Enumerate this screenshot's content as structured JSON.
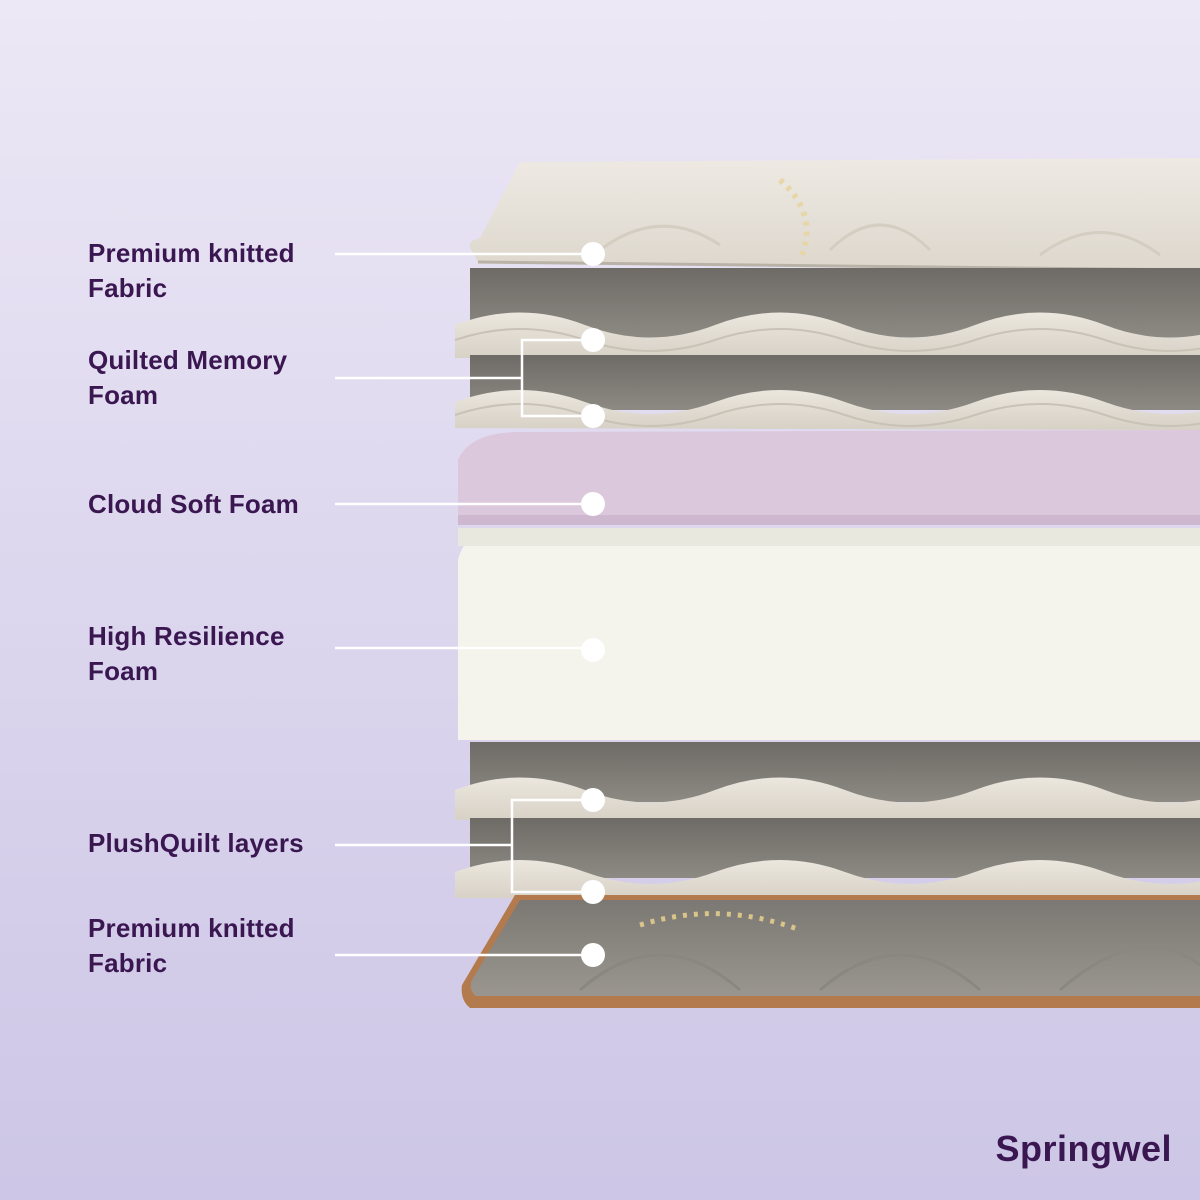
{
  "labels": {
    "top_fabric": "Premium knitted\nFabric",
    "memory_foam": "Quilted Memory\nFoam",
    "cloud_foam": "Cloud Soft Foam",
    "hr_foam": "High Resilience\nFoam",
    "plushquilt": "PlushQuilt layers",
    "bottom_fabric": "Premium knitted\nFabric"
  },
  "brand": "Springwel",
  "colors": {
    "text": "#3b1752",
    "cloud_foam": "#dcc8dd",
    "hr_foam": "#f4f3ec",
    "quilt": "#e6e0d6",
    "piping": "#b37a4e"
  }
}
